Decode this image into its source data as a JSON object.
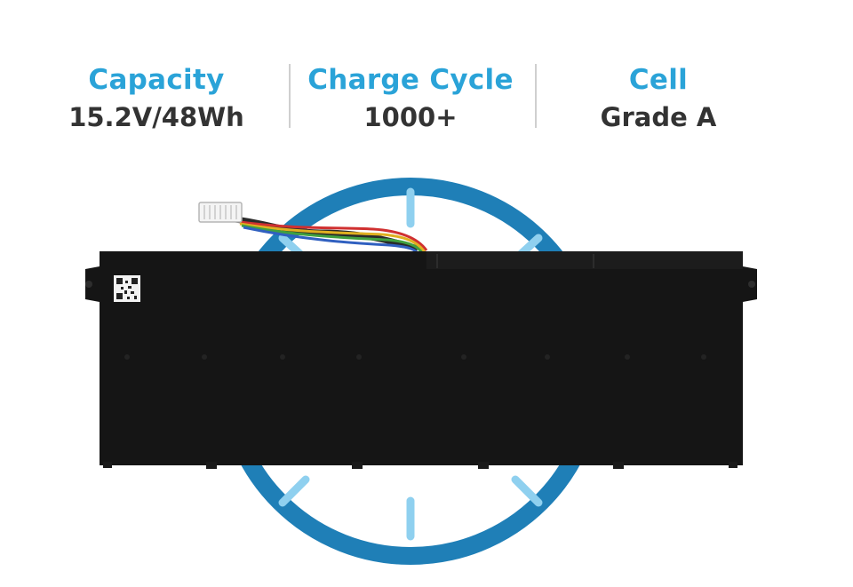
{
  "specs": [
    {
      "label": "Capacity",
      "value": "15.2V/48Wh"
    },
    {
      "label": "Charge Cycle",
      "value": "1000+"
    },
    {
      "label": "Cell",
      "value": "Grade A"
    }
  ],
  "colors": {
    "accent": "#2aa3d8",
    "ring": "#1f7fb7",
    "ray": "#8fd0ef",
    "battery": "#151515",
    "text_dark": "#333333"
  },
  "icons": {
    "ring": "charge-ring-icon",
    "battery": "laptop-battery-image"
  }
}
